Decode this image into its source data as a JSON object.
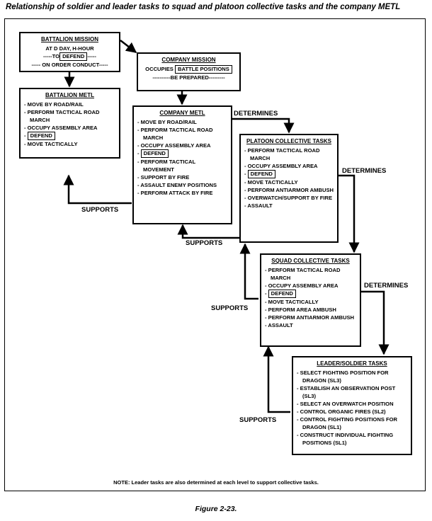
{
  "title": "Relationship of soldier and leader tasks to squad and platoon collective tasks and the company METL",
  "battalion_mission": {
    "heading": "BATTALION MISSION",
    "line1": "AT D DAY, H-HOUR",
    "line2_pre": "-----TO",
    "line2_boxed": "DEFEND",
    "line2_post": "-----",
    "line3": "----- ON ORDER CONDUCT-----"
  },
  "company_mission": {
    "heading": "COMPANY MISSION",
    "pre": "OCCUPIES",
    "boxed": "BATTLE POSITIONS",
    "line2": "----------BE PREPARED---------"
  },
  "battalion_metl": {
    "heading": "BATTALION METL",
    "items": [
      "- MOVE BY ROAD/RAIL",
      "- PERFORM TACTICAL ROAD MARCH",
      "- OCCUPY ASSEMBLY AREA",
      "DEFEND",
      "- MOVE TACTICALLY"
    ]
  },
  "company_metl": {
    "heading": "COMPANY METL",
    "items": [
      "- MOVE BY ROAD/RAIL",
      "- PERFORM TACTICAL ROAD MARCH",
      "- OCCUPY ASSEMBLY AREA",
      "DEFEND",
      "- PERFORM TACTICAL MOVEMENT",
      "- SUPPORT BY FIRE",
      "- ASSAULT ENEMY POSITIONS",
      "- PERFORM ATTACK BY FIRE"
    ]
  },
  "platoon_tasks": {
    "heading": "PLATOON COLLECTIVE TASKS",
    "items": [
      "- PERFORM TACTICAL ROAD MARCH",
      "- OCCUPY ASSEMBLY AREA",
      "DEFEND",
      "- MOVE TACTICALLY",
      "- PERFORM ANTIARMOR AMBUSH",
      "- OVERWATCH/SUPPORT BY FIRE",
      "- ASSAULT"
    ]
  },
  "squad_tasks": {
    "heading": "SQUAD COLLECTIVE TASKS",
    "items": [
      "- PERFORM TACTICAL ROAD MARCH",
      "- OCCUPY ASSEMBLY AREA",
      "DEFEND",
      "- MOVE TACTICALLY",
      "- PERFORM AREA AMBUSH",
      "- PERFORM ANTIARMOR AMBUSH",
      "- ASSAULT"
    ]
  },
  "leader_tasks": {
    "heading": "LEADER/SOLDIER TASKS",
    "items": [
      "- SELECT FIGHTING POSITION FOR DRAGON (SL3)",
      "- ESTABLISH AN OBSERVATION POST (SL3)",
      "- SELECT AN OVERWATCH POSITION",
      "- CONTROL ORGANIC FIRES (SL2)",
      "- CONTROL FIGHTING POSITIONS FOR DRAGON (SL1)",
      "- CONSTRUCT INDIVIDUAL FIGHTING POSITIONS (SL1)"
    ]
  },
  "labels": {
    "determines": "DETERMINES",
    "supports": "SUPPORTS"
  },
  "note": "NOTE: Leader tasks are also determined at each level to support collective tasks.",
  "figure": "Figure 2-23."
}
